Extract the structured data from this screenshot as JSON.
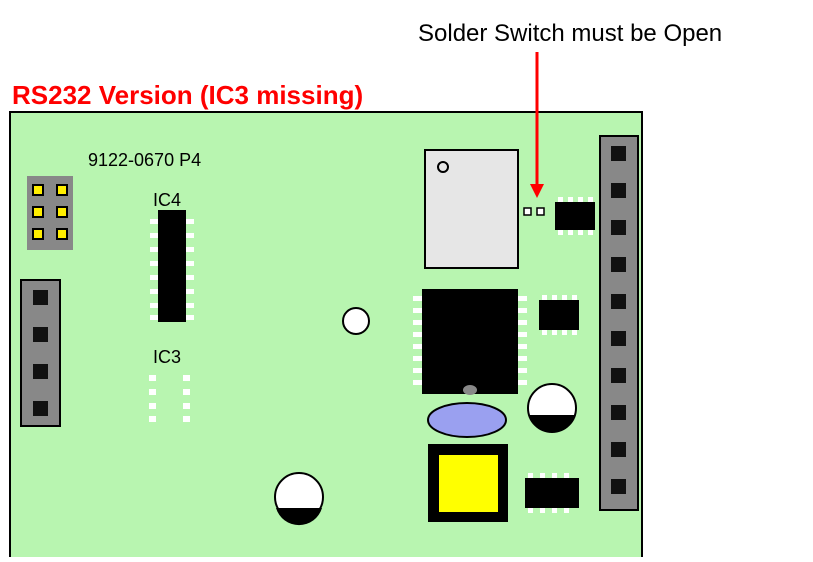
{
  "header": {
    "title": "RS232 Version (IC3 missing)",
    "title_color": "#ff0000",
    "callout": "Solder Switch must be Open",
    "arrow_color": "#ff0000"
  },
  "board": {
    "part_number": "9122-0670 P4",
    "ic4_label": "IC4",
    "ic3_label": "IC3",
    "board_color": "#b8f5b0",
    "header_color": "#808080",
    "pin_color": "#111111",
    "gold_pin_color": "#ffee00",
    "component_color": "#000000",
    "relay_color": "#e6e6e6",
    "oval_color": "#9aa0f0",
    "yellow_block_color": "#ffff00"
  }
}
